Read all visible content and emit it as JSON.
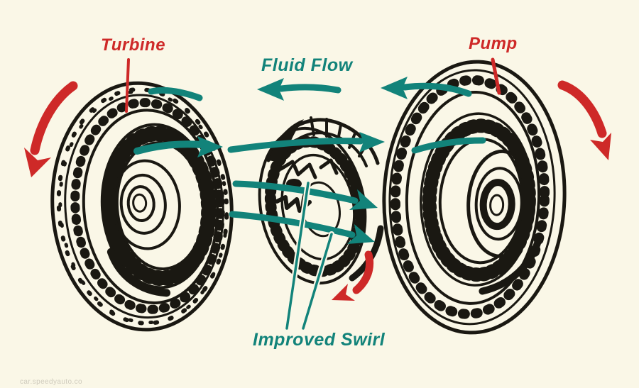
{
  "title": "Torque converter fluid flow diagram",
  "labels": {
    "turbine": "Turbine",
    "pump": "Pump",
    "fluid_flow": "Fluid Flow",
    "improved_swirl": "Improved Swirl"
  },
  "watermark": "car.speedyauto.co",
  "colors": {
    "background": "#FAF7E7",
    "ink": "#1A1812",
    "teal": "#12837A",
    "red": "#CE2928"
  },
  "components": [
    {
      "name": "turbine",
      "label": "Turbine",
      "position": "left",
      "rotation_arrow": "curved, pointing down-left"
    },
    {
      "name": "stator",
      "position": "center",
      "callout": "Improved Swirl",
      "rotation_arrow": "small curved, pointing down-left"
    },
    {
      "name": "pump",
      "label": "Pump",
      "position": "right",
      "rotation_arrow": "curved, pointing down-right"
    }
  ],
  "flow": {
    "top_row_direction": "right to left (pump to turbine)",
    "middle_rows_direction": "left to right (turbine through stator to pump)",
    "legend": "Fluid Flow"
  }
}
